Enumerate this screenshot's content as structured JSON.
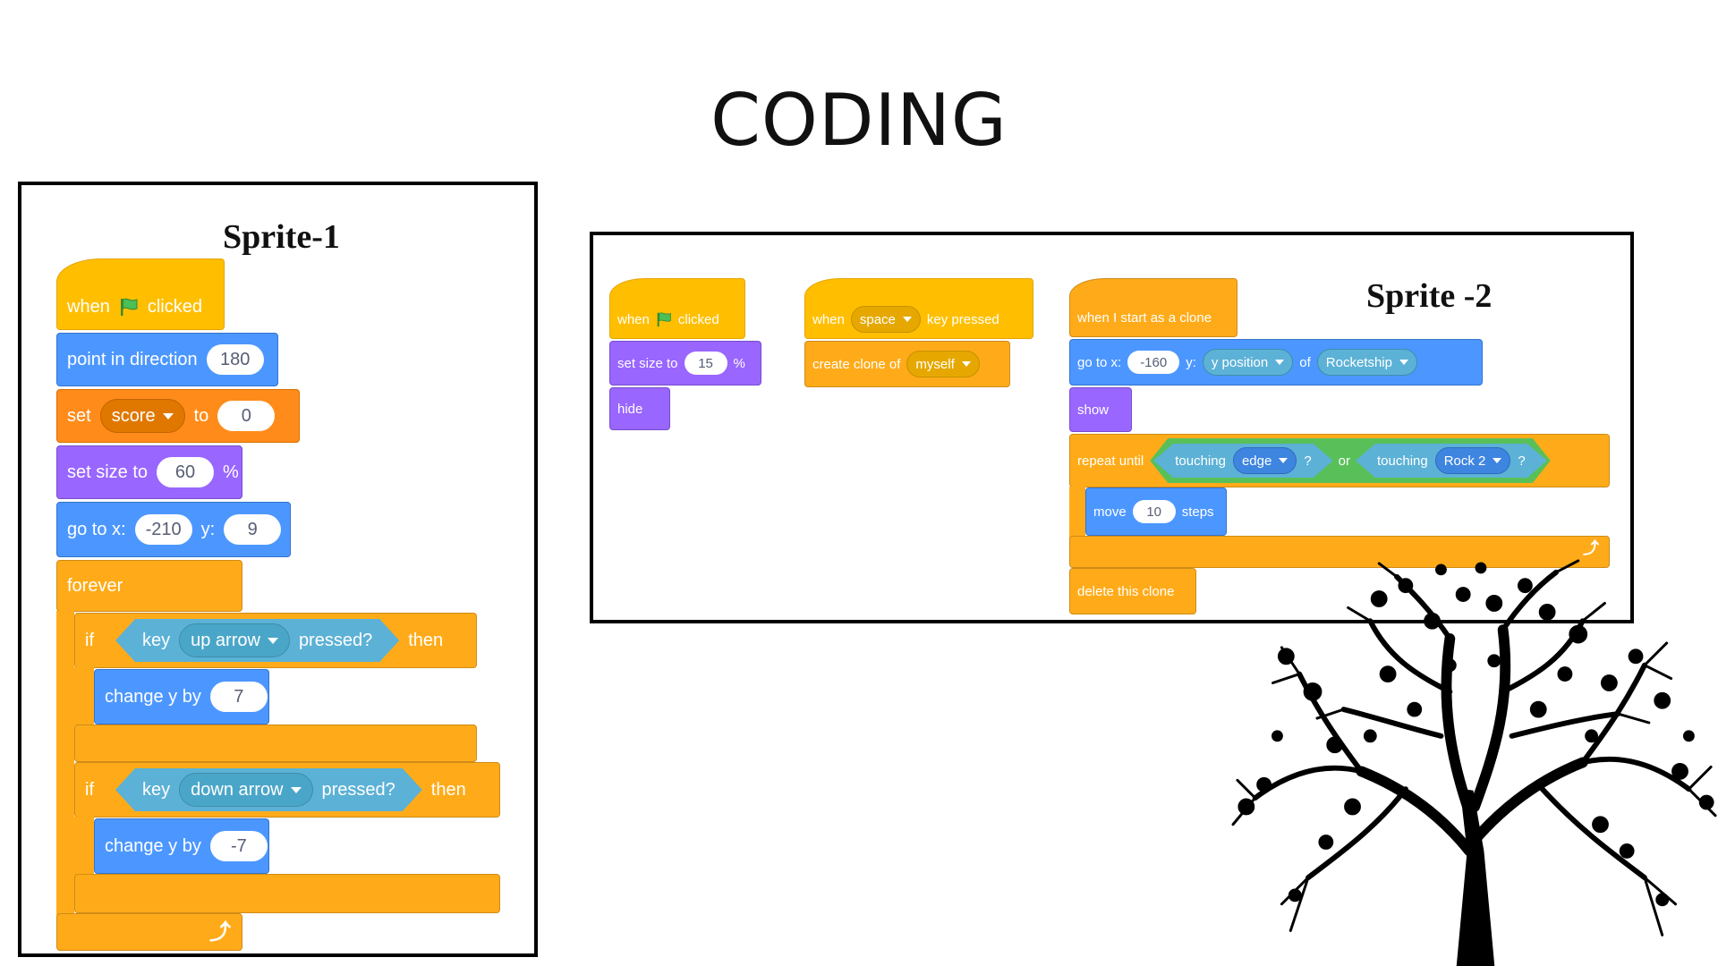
{
  "slide": {
    "title": "CODING"
  },
  "sprite1": {
    "title": "Sprite-1",
    "when_flag": {
      "when": "when",
      "clicked": "clicked"
    },
    "point": {
      "label": "point in direction",
      "value": "180"
    },
    "set_var": {
      "set": "set",
      "variable": "score",
      "to": "to",
      "value": "0"
    },
    "set_size": {
      "label": "set size to",
      "value": "60",
      "unit": "%"
    },
    "goto": {
      "label": "go to x:",
      "x": "-210",
      "ylabel": "y:",
      "y": "9"
    },
    "forever": "forever",
    "if1": {
      "if": "if",
      "key": "key",
      "option": "up arrow",
      "pressed": "pressed?",
      "then": "then",
      "change_label": "change y by",
      "change_value": "7"
    },
    "if2": {
      "if": "if",
      "key": "key",
      "option": "down arrow",
      "pressed": "pressed?",
      "then": "then",
      "change_label": "change y by",
      "change_value": "-7"
    }
  },
  "sprite2": {
    "title": "Sprite -2",
    "script1": {
      "when": "when",
      "clicked": "clicked",
      "set_size": "set size to",
      "size_value": "15",
      "unit": "%",
      "hide": "hide"
    },
    "script2": {
      "when": "when",
      "key_option": "space",
      "key_pressed": "key pressed",
      "create_clone": "create clone of",
      "clone_option": "myself"
    },
    "script3": {
      "hat": "when I start as a clone",
      "goto": {
        "label": "go to x:",
        "x": "-160",
        "ylabel": "y:",
        "y_option": "y position",
        "of": "of",
        "object_option": "Rocketship"
      },
      "show": "show",
      "repeat_until": "repeat until",
      "touching1": {
        "label": "touching",
        "option": "edge",
        "q": "?"
      },
      "or": "or",
      "touching2": {
        "label": "touching",
        "option": "Rock 2",
        "q": "?"
      },
      "move": {
        "label": "move",
        "value": "10",
        "unit": "steps"
      },
      "delete_clone": "delete this clone"
    }
  },
  "colors": {
    "events": "#ffbf00",
    "motion": "#4c97ff",
    "variables": "#ff8c1a",
    "looks": "#9966ff",
    "control": "#ffab19",
    "sensing": "#5cb1d6",
    "operators": "#59c059"
  },
  "decor": {
    "image": "tree-silhouette",
    "flag_icon": "green-flag-icon",
    "loop_icon": "loop-arrow-icon"
  }
}
